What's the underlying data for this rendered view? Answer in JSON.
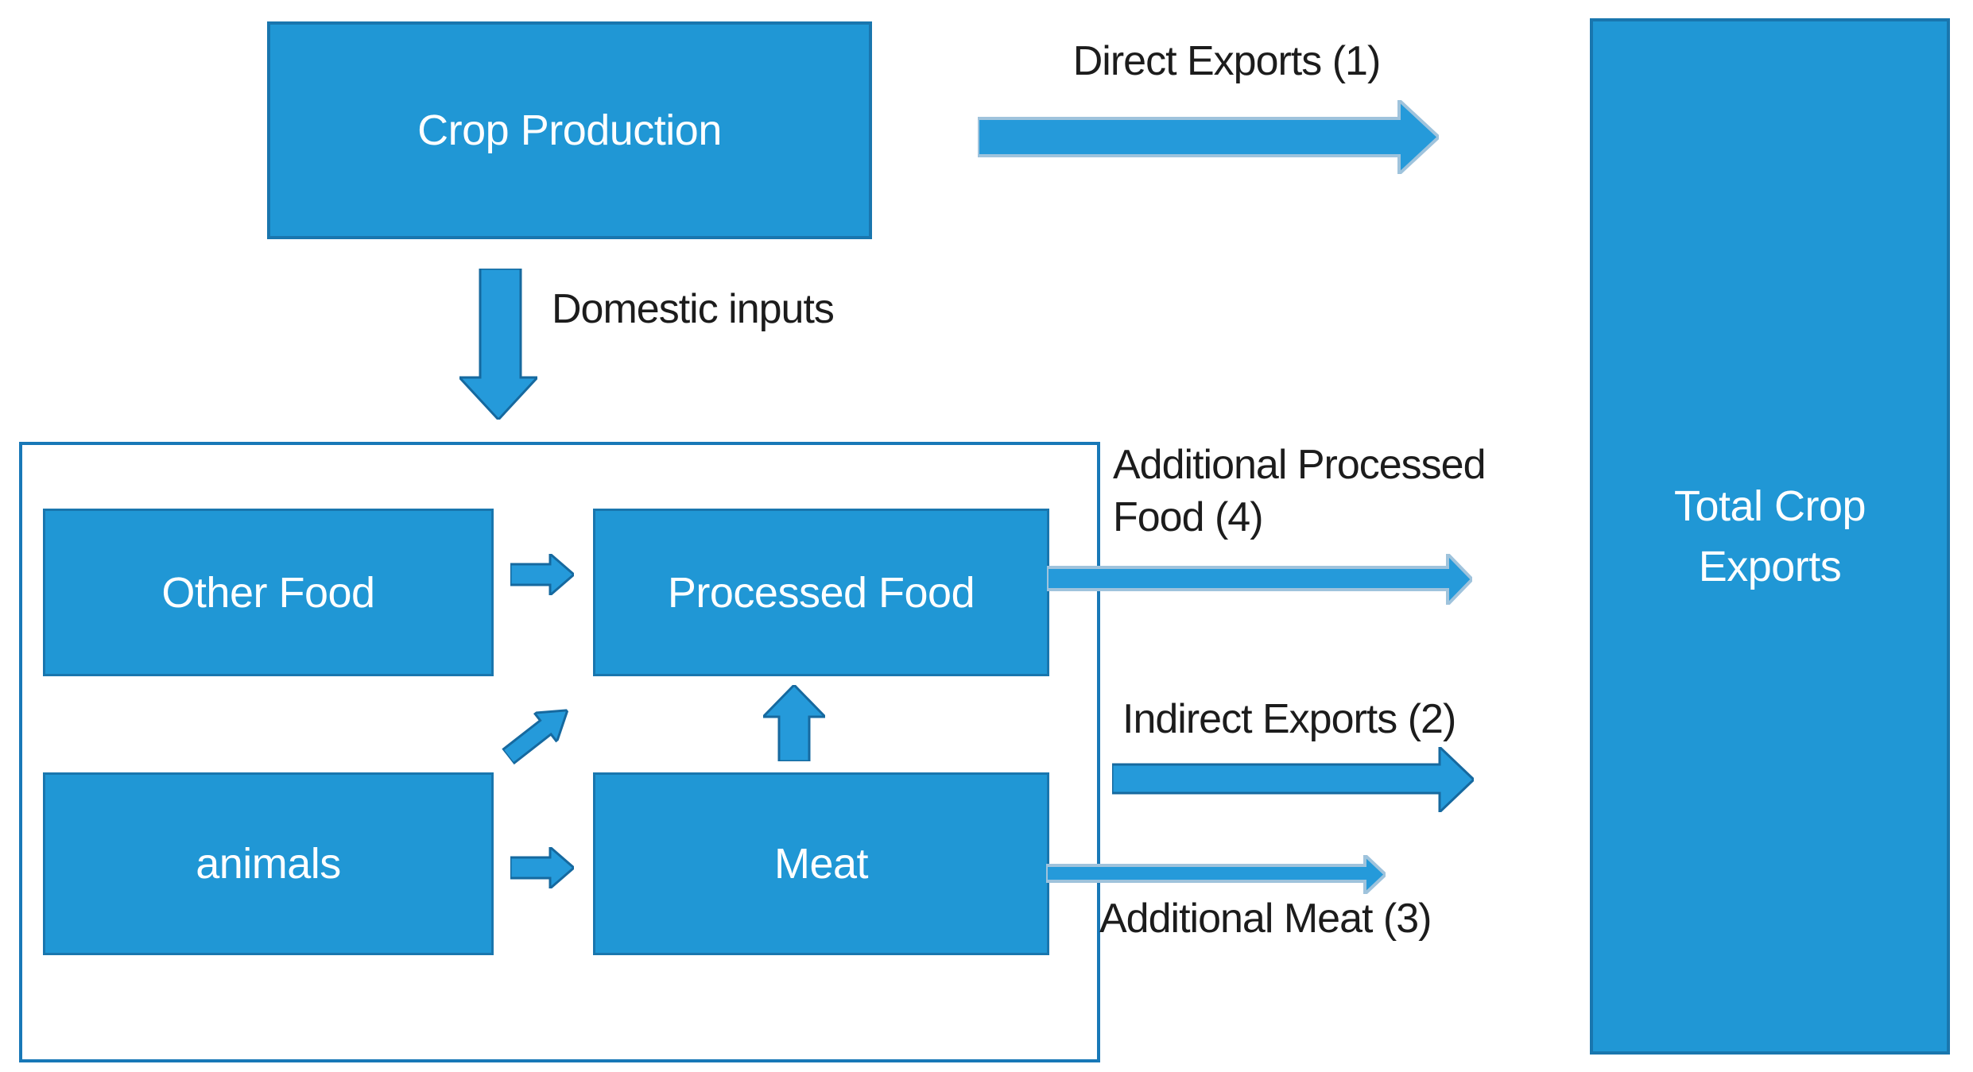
{
  "diagram": {
    "nodes": {
      "crop_production": "Crop Production",
      "other_food": "Other Food",
      "processed_food": "Processed Food",
      "animals": "animals",
      "meat": "Meat",
      "total_crop_exports": {
        "line1": "Total Crop",
        "line2": "Exports"
      }
    },
    "flow_labels": {
      "direct_exports": "Direct Exports (1)",
      "domestic_inputs": "Domestic inputs",
      "additional_processed_food": {
        "line1": "Additional Processed",
        "line2": "Food (4)"
      },
      "indirect_exports": "Indirect Exports (2)",
      "additional_meat": "Additional Meat (3)"
    },
    "colors": {
      "node_fill": "#2097D5",
      "node_border": "#1976AE",
      "container_border": "#1878B7",
      "arrow_fill": "#259ADA",
      "arrow_border": "#16699F",
      "arrow_halo": "#9FC3DC",
      "text_dark": "#1C1C1C",
      "text_light": "#FFFFFF",
      "background": "#FFFFFF"
    }
  }
}
